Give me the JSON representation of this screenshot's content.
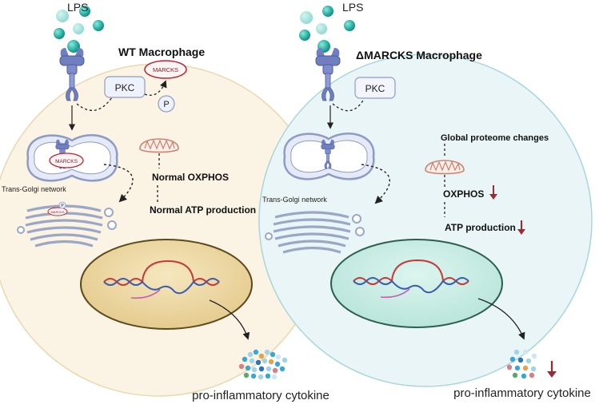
{
  "left_panel": {
    "lps_label": "LPS",
    "cell_title": "WT Macrophage",
    "pkc_label": "PKC",
    "marcks_label": "MARCKS",
    "phospho_label": "P",
    "vesicle_marcks_label": "MARCKS",
    "golgi_label": "Trans-Golgi network",
    "golgi_marcks_label": "MARCKS",
    "golgi_p_label": "P",
    "oxphos_label": "Normal OXPHOS",
    "atp_label": "Normal ATP production",
    "output_label": "pro-inflammatory cytokine"
  },
  "right_panel": {
    "lps_label": "LPS",
    "cell_title": "ΔMARCKS Macrophage",
    "pkc_label": "PKC",
    "golgi_label": "Trans-Golgi network",
    "proteome_label": "Global proteome changes",
    "oxphos_label": "OXPHOS",
    "atp_label": "ATP production",
    "output_label": "pro-inflammatory cytokine"
  },
  "colors": {
    "wt_cell_fill": "#fbf3e3",
    "wt_nucleus_fill": "#ecd9a6",
    "ko_cell_fill": "#eaf5f7",
    "ko_nucleus_fill": "#cfeee7",
    "lps_teal": "#2bb5a6",
    "receptor_blue": "#6f7fc0",
    "marcks_red": "#b02a3a",
    "decrease_arrow": "#9b2a33"
  }
}
